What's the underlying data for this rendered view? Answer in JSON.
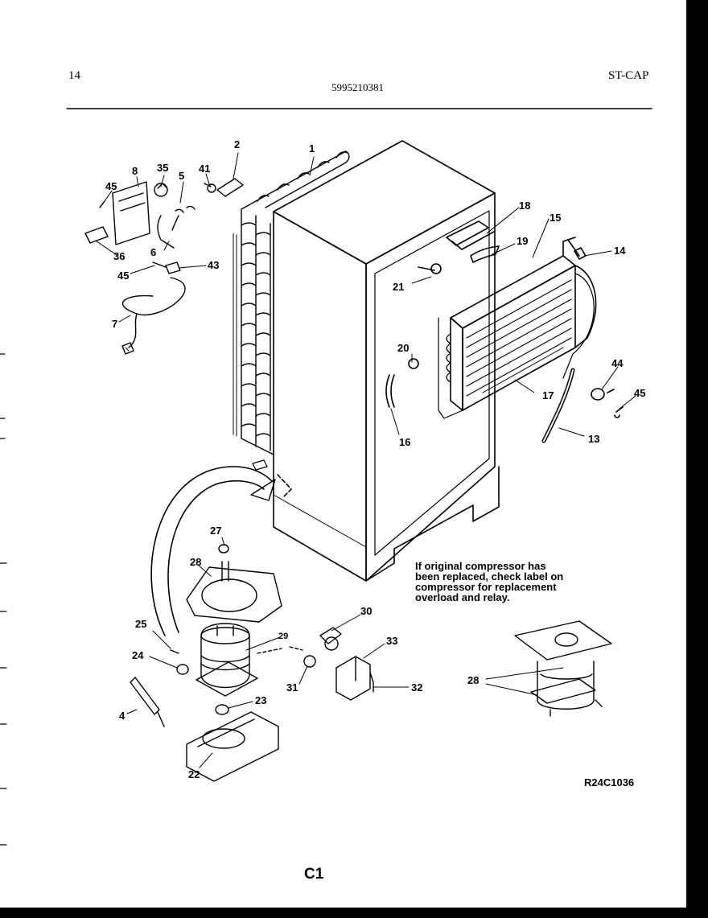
{
  "header": {
    "page_num": "14",
    "model": "5995210381",
    "section": "ST-CAP"
  },
  "labels": {
    "p1": "1",
    "p2": "2",
    "p4": "4",
    "p5": "5",
    "p6": "6",
    "p7": "7",
    "p8": "8",
    "p13": "13",
    "p14": "14",
    "p15": "15",
    "p16": "16",
    "p17": "17",
    "p18": "18",
    "p19": "19",
    "p20": "20",
    "p21": "21",
    "p22": "22",
    "p23": "23",
    "p24": "24",
    "p25": "25",
    "p27": "27",
    "p28a": "28",
    "p28b": "28",
    "p29": "29",
    "p30": "30",
    "p31": "31",
    "p32": "32",
    "p33": "33",
    "p35": "35",
    "p36": "36",
    "p41": "41",
    "p43": "43",
    "p44": "44",
    "p45a": "45",
    "p45b": "45",
    "p45c": "45"
  },
  "note": {
    "line1": "If original compressor has",
    "line2": "been replaced, check label on",
    "line3": "compressor for replacement",
    "line4": "overload and relay."
  },
  "drawing_code": "R24C1036",
  "page_label": "C1"
}
